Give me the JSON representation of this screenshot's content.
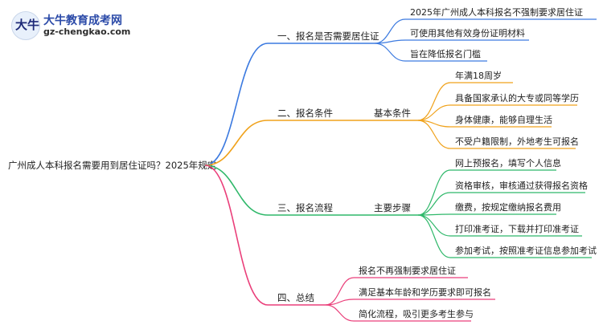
{
  "logo": {
    "title": "大牛教育成考网",
    "url": "gz-chengkao.com",
    "badge_icon": "big-cow-logo-icon"
  },
  "root": "广州成人本科报名需要用到居住证吗？2025年规定",
  "branches": [
    {
      "label": "一、报名是否需要居住证",
      "color": "#3c7ae0",
      "sub": null,
      "items": [
        "2025年广州成人本科报名不强制要求居住证",
        "可使用其他有效身份证明材料",
        "旨在降低报名门槛"
      ]
    },
    {
      "label": "二、报名条件",
      "color": "#f0a21b",
      "sub": "基本条件",
      "items": [
        "年满18周岁",
        "具备国家承认的大专或同等学历",
        "身体健康，能够自理生活",
        "不受户籍限制，外地考生可报名"
      ]
    },
    {
      "label": "三、报名流程",
      "color": "#2fb86a",
      "sub": "主要步骤",
      "items": [
        "网上预报名，填写个人信息",
        "资格审核，审核通过获得报名资格",
        "缴费，按规定缴纳报名费用",
        "打印准考证，下载并打印准考证",
        "参加考试，按照准考证信息参加考试"
      ]
    },
    {
      "label": "四、总结",
      "color": "#ea3f7a",
      "sub": null,
      "items": [
        "报名不再强制要求居住证",
        "满足基本年龄和学历要求即可报名",
        "简化流程，吸引更多考生参与"
      ]
    }
  ]
}
